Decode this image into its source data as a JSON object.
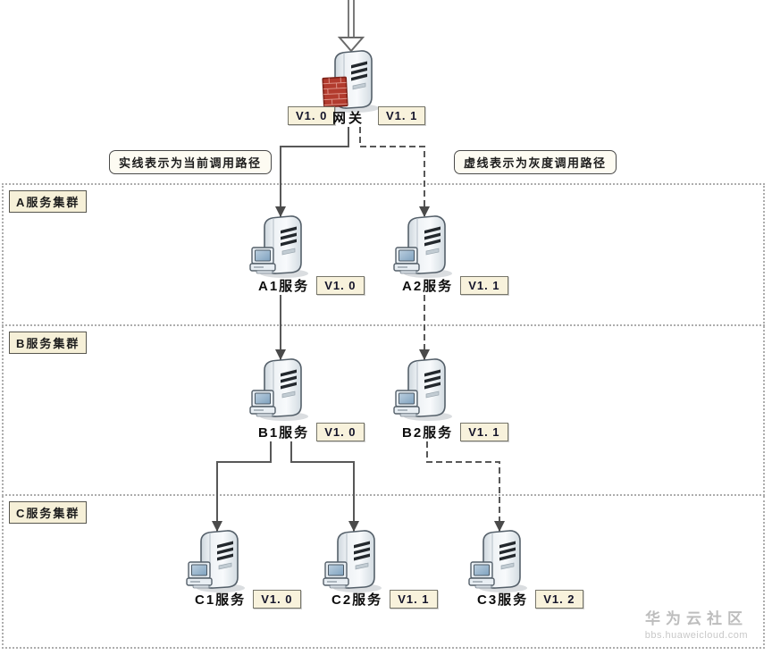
{
  "gateway": {
    "label": "网关",
    "left_version": "V1. 0",
    "right_version": "V1. 1"
  },
  "legend": {
    "solid_label": "实线表示为当前调用路径",
    "dashed_label": "虚线表示为灰度调用路径"
  },
  "clusters": [
    {
      "label": "A服务集群",
      "nodes": [
        {
          "name": "A1服务",
          "version": "V1. 0"
        },
        {
          "name": "A2服务",
          "version": "V1. 1"
        }
      ]
    },
    {
      "label": "B服务集群",
      "nodes": [
        {
          "name": "B1服务",
          "version": "V1. 0"
        },
        {
          "name": "B2服务",
          "version": "V1. 1"
        }
      ]
    },
    {
      "label": "C服务集群",
      "nodes": [
        {
          "name": "C1服务",
          "version": "V1. 0"
        },
        {
          "name": "C2服务",
          "version": "V1. 1"
        },
        {
          "name": "C3服务",
          "version": "V1. 2"
        }
      ]
    }
  ],
  "edges": [
    {
      "from": "网关",
      "to": "A1服务",
      "style": "solid"
    },
    {
      "from": "网关",
      "to": "A2服务",
      "style": "dashed"
    },
    {
      "from": "A1服务",
      "to": "B1服务",
      "style": "solid"
    },
    {
      "from": "A2服务",
      "to": "B2服务",
      "style": "dashed"
    },
    {
      "from": "B1服务",
      "to": "C1服务",
      "style": "solid"
    },
    {
      "from": "B1服务",
      "to": "C2服务",
      "style": "solid"
    },
    {
      "from": "B2服务",
      "to": "C3服务",
      "style": "dashed"
    }
  ],
  "watermark": {
    "title": "华为云社区",
    "url": "bbs.huaweicloud.com"
  },
  "colors": {
    "badge_bg": "#f8f2dc",
    "cluster_label_bg": "#f6f0d8",
    "line": "#585858",
    "band_dotted": "#adadad",
    "firewall_red": "#b23b2e",
    "watermark_gray": "#bdbdbd"
  }
}
